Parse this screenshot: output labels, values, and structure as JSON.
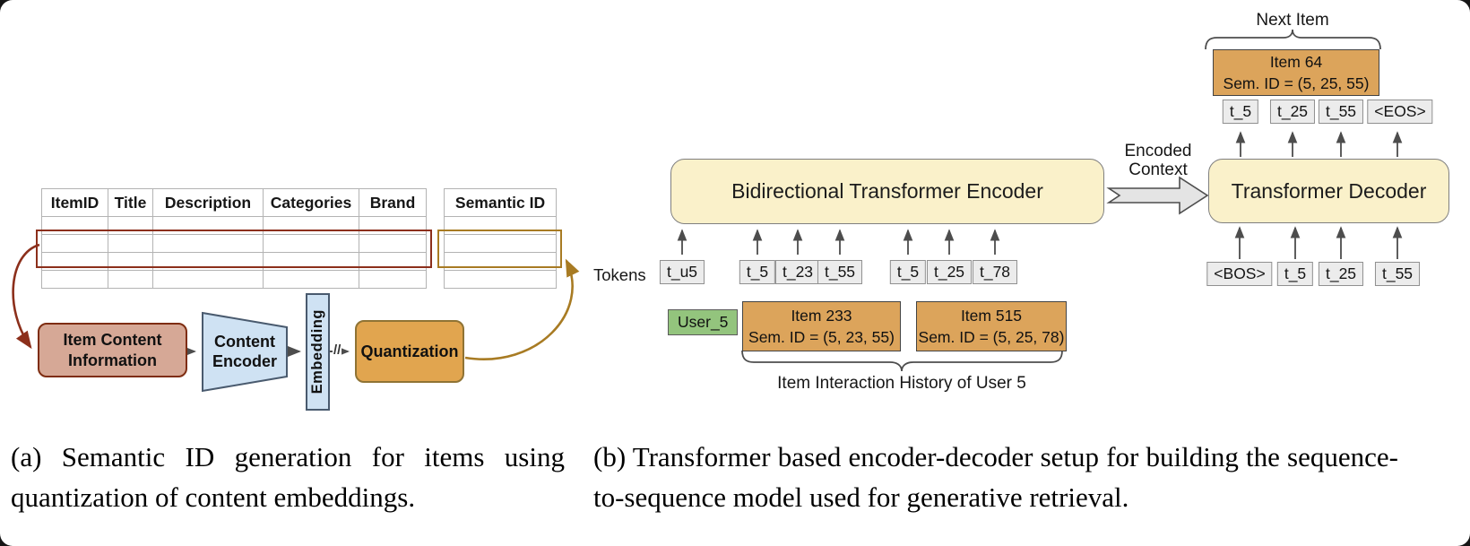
{
  "panel_a": {
    "table": {
      "headers": [
        "ItemID",
        "Title",
        "Description",
        "Categories",
        "Brand"
      ],
      "empty_row_count": 4
    },
    "semantic_table": {
      "header": "Semantic ID"
    },
    "flow": {
      "item_content_info": "Item Content Information",
      "content_encoder": "Content Encoder",
      "embedding": "Embedding",
      "break_mark": "//",
      "quantization": "Quantization"
    },
    "caption": "(a) Semantic ID generation for items using quantization of content embeddings."
  },
  "panel_b": {
    "tokens_label": "Tokens",
    "user_token": "User_5",
    "encoder_label": "Bidirectional Transformer Encoder",
    "decoder_label": "Transformer Decoder",
    "encoded_context_label": "Encoded Context",
    "next_item_label": "Next Item",
    "history_label": "Item Interaction History of User 5",
    "encoder_input_tokens": [
      "t_u5",
      "t_5",
      "t_23",
      "t_55",
      "t_5",
      "t_25",
      "t_78"
    ],
    "decoder_input_tokens": [
      "<BOS>",
      "t_5",
      "t_25",
      "t_55"
    ],
    "decoder_output_tokens": [
      "t_5",
      "t_25",
      "t_55",
      "<EOS>"
    ],
    "history_items": [
      {
        "name": "Item 233",
        "sem_id": "Sem. ID = (5, 23, 55)"
      },
      {
        "name": "Item 515",
        "sem_id": "Sem. ID = (5, 25, 78)"
      }
    ],
    "next_item_box": {
      "name": "Item 64",
      "sem_id": "Sem. ID = (5, 25, 55)"
    },
    "caption": "(b) Transformer based encoder-decoder setup for building the sequence-to-sequence model used for generative retrieval."
  },
  "colors": {
    "cream_box": "#faf1ca",
    "orange_box": "#dca45b",
    "rose_box": "#d6a896",
    "blue_box": "#cfe2f3",
    "green_box": "#93c47d",
    "token_gray": "#ececec",
    "red_accent": "#8c2f1b",
    "gold_accent": "#a87b23",
    "arrow_gray": "#4d4d4d",
    "table_line": "#b3b3b3"
  }
}
